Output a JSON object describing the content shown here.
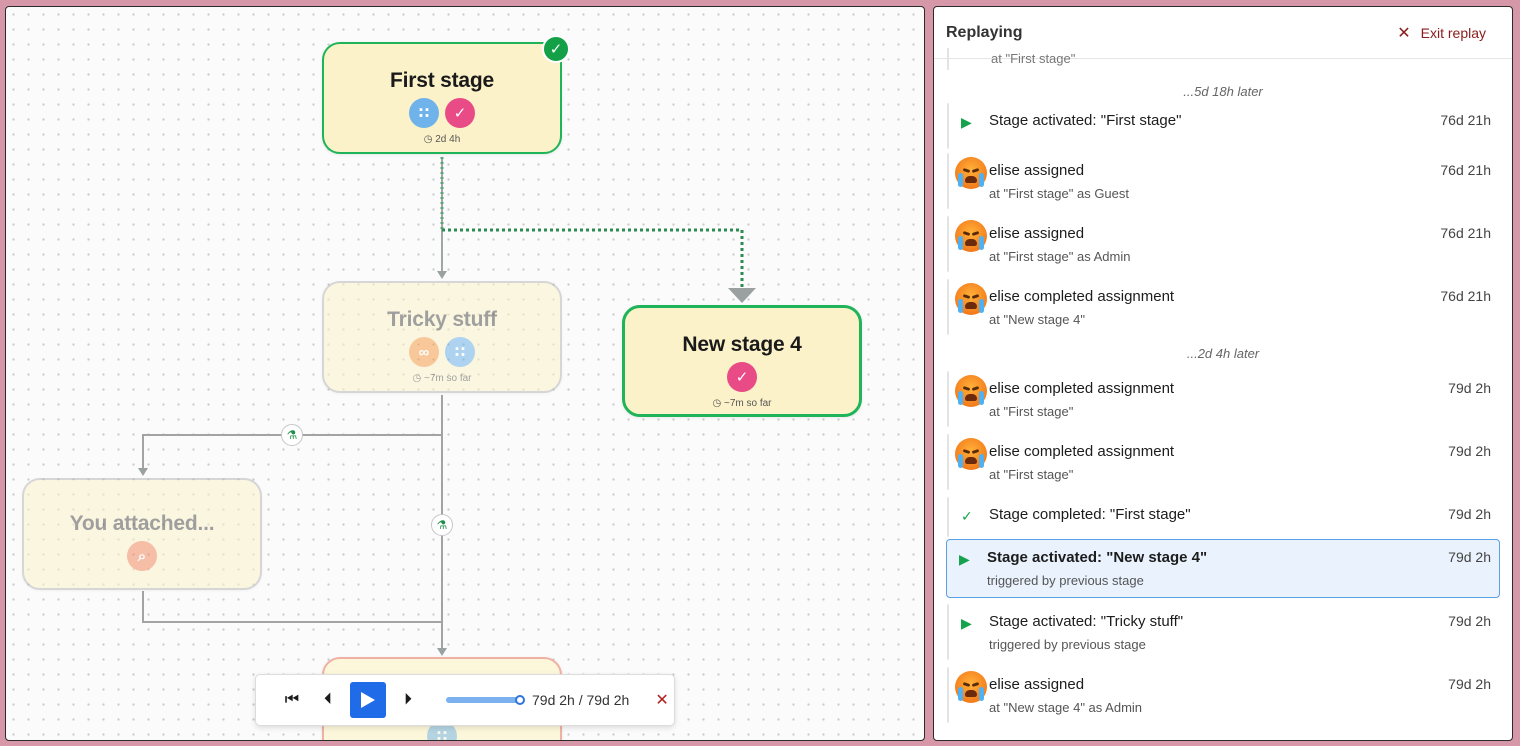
{
  "canvas": {
    "nodes": {
      "first": {
        "title": "First stage",
        "time": "2d 4h"
      },
      "tricky": {
        "title": "Tricky stuff",
        "time": "~7m so far"
      },
      "new4": {
        "title": "New stage 4",
        "time": "~7m so far"
      },
      "attached": {
        "title": "You attached..."
      }
    },
    "icons": {
      "grid": "grid-icon",
      "check_circle": "check-circle-icon",
      "glasses": "glasses-icon",
      "search": "search-icon",
      "flask": "flask-icon",
      "completed_badge": "checkmark-icon"
    }
  },
  "controls": {
    "time_label": "79d 2h / 79d 2h",
    "progress": 1.0,
    "icons": [
      "skip-to-start-icon",
      "step-back-icon",
      "play-icon",
      "step-forward-icon",
      "close-icon"
    ]
  },
  "sidebar": {
    "title": "Replaying",
    "exit_label": "Exit replay",
    "clipped_top_text": "at \"First stage\"",
    "gaps": [
      "...5d 18h later",
      "...2d 4h later"
    ],
    "events": [
      {
        "kind": "play",
        "main": "Stage activated: \"First stage\"",
        "sub": "",
        "time": "76d 21h"
      },
      {
        "kind": "avatar",
        "main": "elise assigned",
        "sub": "at \"First stage\" as Guest",
        "time": "76d 21h"
      },
      {
        "kind": "avatar",
        "main": "elise assigned",
        "sub": "at \"First stage\" as Admin",
        "time": "76d 21h"
      },
      {
        "kind": "avatar",
        "main": "elise completed assignment",
        "sub": "at \"New stage 4\"",
        "time": "76d 21h"
      },
      {
        "kind": "avatar",
        "main": "elise completed assignment",
        "sub": "at \"First stage\"",
        "time": "79d 2h"
      },
      {
        "kind": "avatar",
        "main": "elise completed assignment",
        "sub": "at \"First stage\"",
        "time": "79d 2h"
      },
      {
        "kind": "check",
        "main": "Stage completed: \"First stage\"",
        "sub": "",
        "time": "79d 2h"
      },
      {
        "kind": "play",
        "main": "Stage activated: \"New stage 4\"",
        "sub": "triggered by previous stage",
        "time": "79d 2h",
        "selected": true
      },
      {
        "kind": "play",
        "main": "Stage activated: \"Tricky stuff\"",
        "sub": "triggered by previous stage",
        "time": "79d 2h"
      },
      {
        "kind": "avatar",
        "main": "elise assigned",
        "sub": "at \"New stage 4\" as Admin",
        "time": "79d 2h"
      }
    ]
  }
}
